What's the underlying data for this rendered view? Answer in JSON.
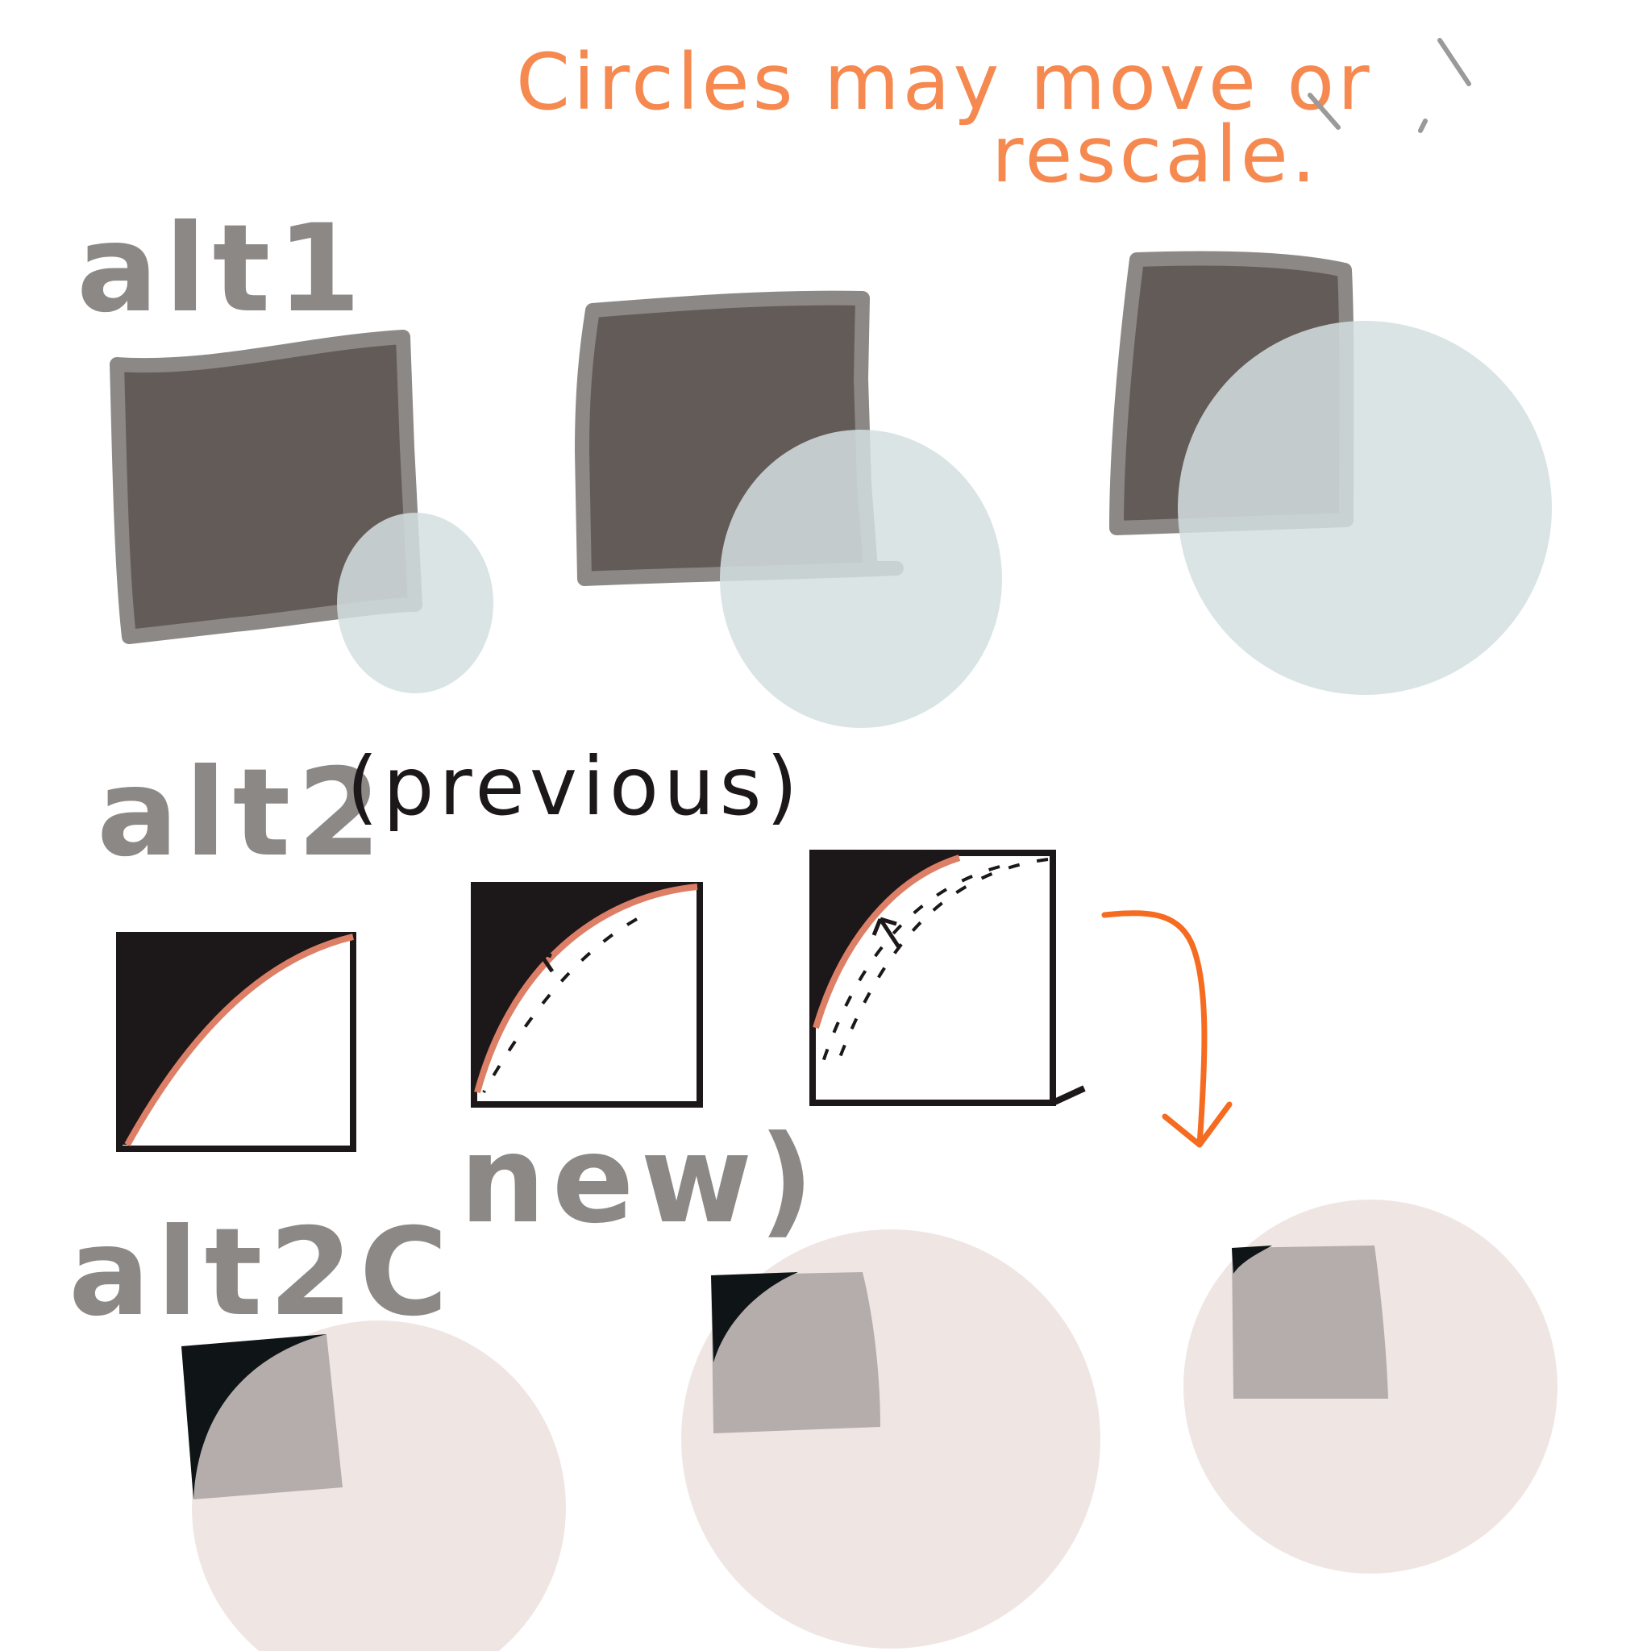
{
  "note": {
    "line1": "Circles may move or",
    "line2": "rescale."
  },
  "labels": {
    "alt1": "alt1",
    "alt2": "alt2",
    "alt2_previous": "(previous)",
    "alt2c": "alt2C",
    "alt2c_new": "new)"
  },
  "colors": {
    "note": "#f5894f",
    "label_gray": "#8c8886",
    "square_fill_dark": "#635b58",
    "square_border": "#8c8886",
    "circle_bluegray": "#d4dfe0",
    "ink_black": "#1c1719",
    "curve_salmon": "#dc7f66",
    "arrow_orange": "#f56b20",
    "square_fill_gray": "#b4adab",
    "circle_pink": "#efe6e4",
    "wedge_black": "#0f1416"
  }
}
